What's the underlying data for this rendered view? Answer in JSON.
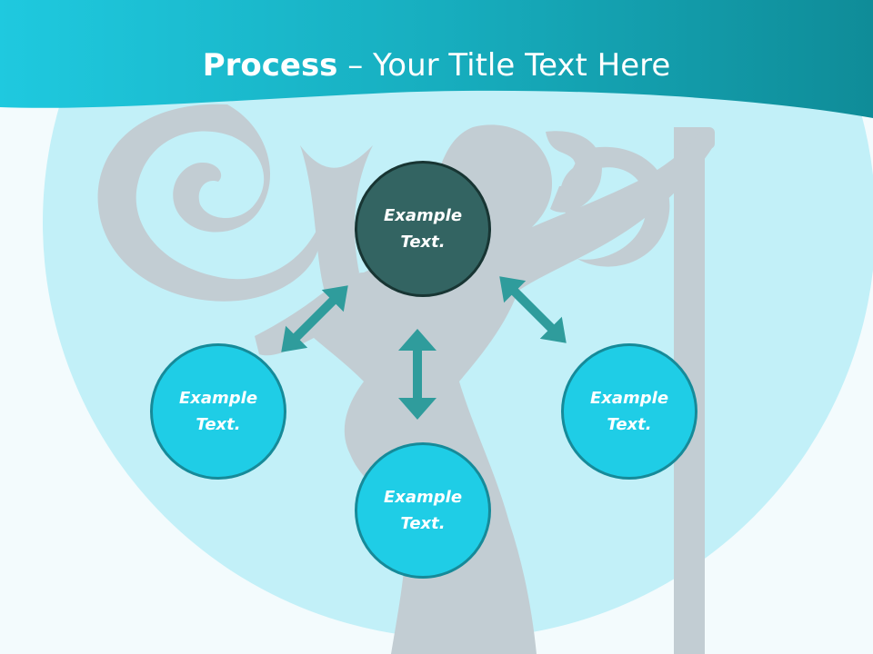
{
  "title": {
    "bold": "Process",
    "rest": " – Your Title Text Here"
  },
  "colors": {
    "header": "#17a7bb",
    "circle_bg": "#c2f0f8",
    "silhouette": "#c2cdd3",
    "center_node": "#336462",
    "outer_node": "#1fcde6",
    "arrow": "#2f9c9c"
  },
  "nodes": [
    {
      "id": "top",
      "line1": "Example",
      "line2": "Text."
    },
    {
      "id": "left",
      "line1": "Example",
      "line2": "Text."
    },
    {
      "id": "bottom",
      "line1": "Example",
      "line2": "Text."
    },
    {
      "id": "right",
      "line1": "Example",
      "line2": "Text."
    }
  ]
}
